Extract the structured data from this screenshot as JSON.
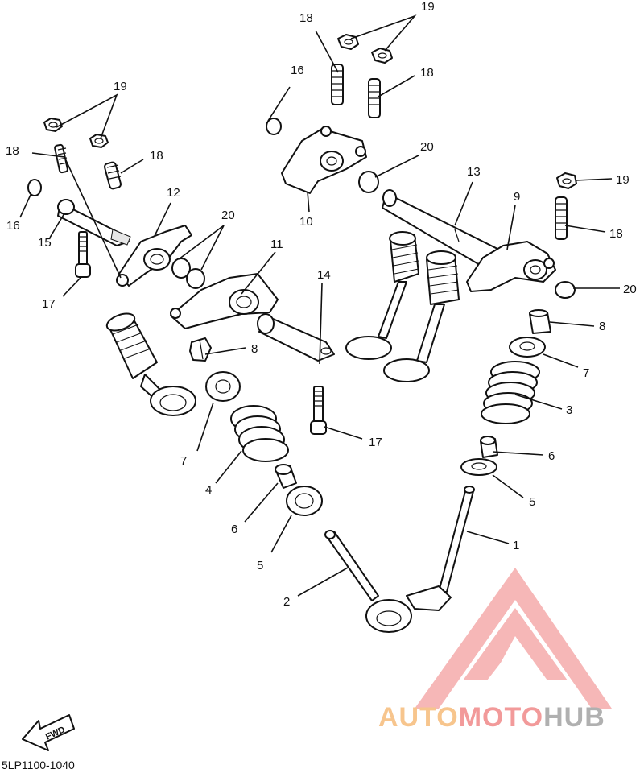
{
  "callouts": [
    {
      "id": "c1",
      "text": "1"
    },
    {
      "id": "c2",
      "text": "2"
    },
    {
      "id": "c3",
      "text": "3"
    },
    {
      "id": "c4",
      "text": "4"
    },
    {
      "id": "c5a",
      "text": "5"
    },
    {
      "id": "c5b",
      "text": "5"
    },
    {
      "id": "c6a",
      "text": "6"
    },
    {
      "id": "c6b",
      "text": "6"
    },
    {
      "id": "c7a",
      "text": "7"
    },
    {
      "id": "c7b",
      "text": "7"
    },
    {
      "id": "c8a",
      "text": "8"
    },
    {
      "id": "c8b",
      "text": "8"
    },
    {
      "id": "c9",
      "text": "9"
    },
    {
      "id": "c10",
      "text": "10"
    },
    {
      "id": "c11",
      "text": "11"
    },
    {
      "id": "c12",
      "text": "12"
    },
    {
      "id": "c13",
      "text": "13"
    },
    {
      "id": "c14",
      "text": "14"
    },
    {
      "id": "c15",
      "text": "15"
    },
    {
      "id": "c16a",
      "text": "16"
    },
    {
      "id": "c16b",
      "text": "16"
    },
    {
      "id": "c17a",
      "text": "17"
    },
    {
      "id": "c17b",
      "text": "17"
    },
    {
      "id": "c18a",
      "text": "18"
    },
    {
      "id": "c18b",
      "text": "18"
    },
    {
      "id": "c18c",
      "text": "18"
    },
    {
      "id": "c18d",
      "text": "18"
    },
    {
      "id": "c18e",
      "text": "18"
    },
    {
      "id": "c19a",
      "text": "19"
    },
    {
      "id": "c19b",
      "text": "19"
    },
    {
      "id": "c19c",
      "text": "19"
    },
    {
      "id": "c20a",
      "text": "20"
    },
    {
      "id": "c20b",
      "text": "20"
    },
    {
      "id": "c20c",
      "text": "20"
    }
  ],
  "fwd_label": "FWD",
  "diagram_code": "5LP1100-1040",
  "brand": {
    "part1": "AUTO",
    "part2": "MOTO",
    "part3": "HUB",
    "color_auto": "#f7c58d",
    "color_moto": "#f29a9a",
    "color_hub": "#b0b0b0",
    "logo_color": "#f4a0a0"
  }
}
